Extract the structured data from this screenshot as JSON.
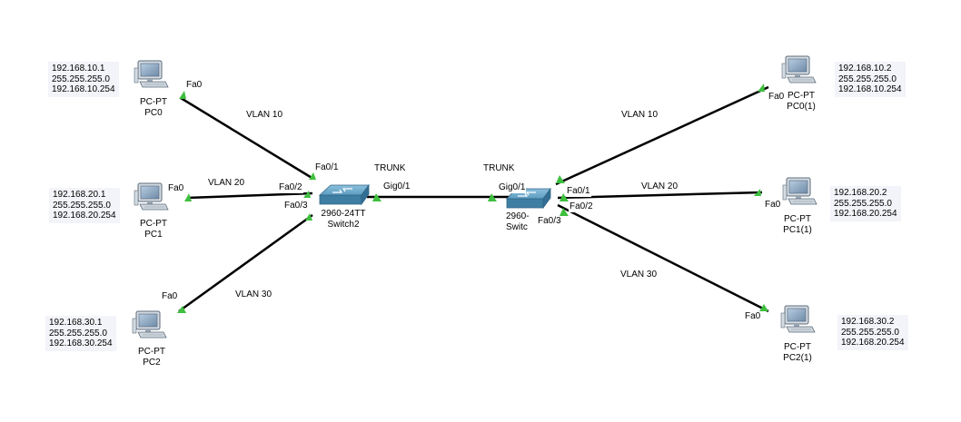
{
  "links": {
    "vlan_left_1": "VLAN 10",
    "vlan_left_2": "VLAN 20",
    "vlan_left_3": "VLAN 30",
    "vlan_right_1": "VLAN 10",
    "vlan_right_2": "VLAN 20",
    "vlan_right_3": "VLAN 30",
    "trunk_left": "TRUNK",
    "trunk_right": "TRUNK"
  },
  "ports": {
    "pc0": "Fa0",
    "pc1": "Fa0",
    "pc2": "Fa0",
    "pc0_1": "Fa0",
    "pc1_1": "Fa0",
    "pc2_1": "Fa0",
    "sw2_fa01": "Fa0/1",
    "sw2_fa02": "Fa0/2",
    "sw2_fa03": "Fa0/3",
    "sw2_gig01": "Gig0/1",
    "sw_r_gig01": "Gig0/1",
    "sw_r_fa01": "Fa0/1",
    "sw_r_fa02": "Fa0/2",
    "sw_r_fa03": "Fa0/3"
  },
  "devices": {
    "pc0": {
      "model": "PC-PT",
      "name": "PC0",
      "ip": "192.168.10.1",
      "mask": "255.255.255.0",
      "gw": "192.168.10.254"
    },
    "pc1": {
      "model": "PC-PT",
      "name": "PC1",
      "ip": "192.168.20.1",
      "mask": "255.255.255.0",
      "gw": "192.168.20.254"
    },
    "pc2": {
      "model": "PC-PT",
      "name": "PC2",
      "ip": "192.168.30.1",
      "mask": "255.255.255.0",
      "gw": "192.168.30.254"
    },
    "pc0_1": {
      "model": "PC-PT",
      "name": "PC0(1)",
      "ip": "192.168.10.2",
      "mask": "255.255.255.0",
      "gw": "192.168.10.254"
    },
    "pc1_1": {
      "model": "PC-PT",
      "name": "PC1(1)",
      "ip": "192.168.20.2",
      "mask": "255.255.255.0",
      "gw": "192.168.20.254"
    },
    "pc2_1": {
      "model": "PC-PT",
      "name": "PC2(1)",
      "ip": "192.168.30.2",
      "mask": "255.255.255.0",
      "gw": "192.168.20.254"
    },
    "switch2": {
      "model": "2960-24TT",
      "name": "Switch2"
    },
    "switch_right": {
      "model": "2960-",
      "name": "Switc"
    }
  },
  "colors": {
    "link": "#000000",
    "link_up_indicator": "#3fbf3f",
    "switch_body": "#4c8fb3",
    "pc_screen": "#6c8aa8",
    "config_box": "#f3f4f9"
  }
}
